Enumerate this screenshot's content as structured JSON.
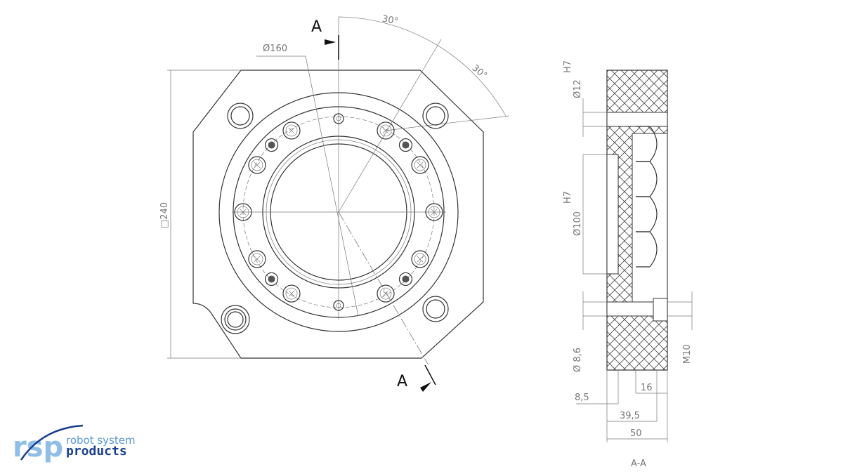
{
  "front_view": {
    "section_label_top": "A",
    "section_label_bottom": "A",
    "dia_bolt_circle": "Ø160",
    "angle_1": "30°",
    "angle_2": "30°",
    "square_size": "□240"
  },
  "section_view": {
    "title": "A-A",
    "fit_12": "H7",
    "dia_12": "Ø12",
    "fit_100": "H7",
    "dia_100": "Ø100",
    "dia_8_6": "Ø 8,6",
    "thread": "M10",
    "dim_8_5": "8,5",
    "dim_16": "16",
    "dim_39_5": "39,5",
    "dim_50": "50"
  },
  "logo": {
    "mark": "rsp",
    "line1": "robot system",
    "line2": "products",
    "colors": {
      "light": "#8fbfe8",
      "dark": "#1a3f8f"
    }
  }
}
